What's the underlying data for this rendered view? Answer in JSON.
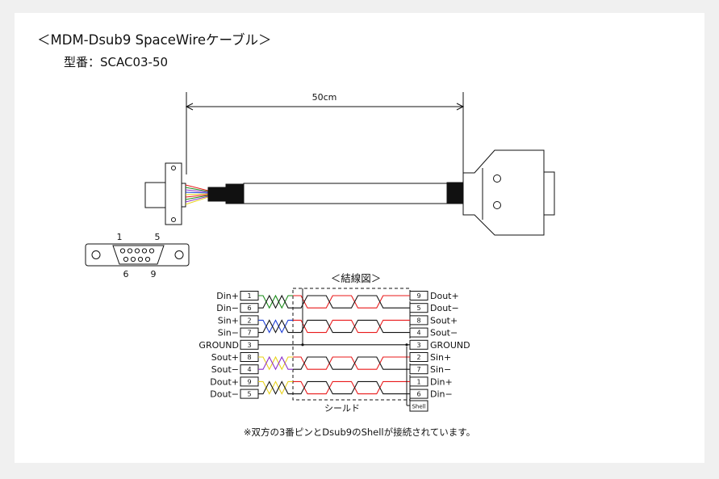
{
  "title": "＜MDM-Dsub9 SpaceWireケーブル＞",
  "model": "型番：SCAC03-50",
  "dimension": "50cm",
  "connector_pins": {
    "top_left": "1",
    "top_right": "5",
    "bottom_left": "6",
    "bottom_right": "9"
  },
  "wiring_title": "＜結線図＞",
  "shield_label": "シールド",
  "shell_label": "Shell",
  "note": "※双方の3番ピンとDsub9のShellが接続されています。",
  "left_pins": [
    {
      "name": "Din+",
      "pin": "1"
    },
    {
      "name": "Din−",
      "pin": "6"
    },
    {
      "name": "Sin+",
      "pin": "2"
    },
    {
      "name": "Sin−",
      "pin": "7"
    },
    {
      "name": "GROUND",
      "pin": "3"
    },
    {
      "name": "Sout+",
      "pin": "8"
    },
    {
      "name": "Sout−",
      "pin": "4"
    },
    {
      "name": "Dout+",
      "pin": "9"
    },
    {
      "name": "Dout−",
      "pin": "5"
    }
  ],
  "right_pins": [
    {
      "pin": "9",
      "name": "Dout+"
    },
    {
      "pin": "5",
      "name": "Dout−"
    },
    {
      "pin": "8",
      "name": "Sout+"
    },
    {
      "pin": "4",
      "name": "Sout−"
    },
    {
      "pin": "3",
      "name": "GROUND"
    },
    {
      "pin": "2",
      "name": "Sin+"
    },
    {
      "pin": "7",
      "name": "Sin−"
    },
    {
      "pin": "1",
      "name": "Din+"
    },
    {
      "pin": "6",
      "name": "Din−"
    }
  ],
  "wire_colors": {
    "pair1": [
      "#1a8c1a",
      "#111111"
    ],
    "pair2": [
      "#1a3cd6",
      "#111111"
    ],
    "pair3": [
      "#e8d21a",
      "#8b2fc9"
    ],
    "pair4": [
      "#e8d21a",
      "#111111"
    ],
    "inner": "#e8191a",
    "ground": "#111111"
  }
}
